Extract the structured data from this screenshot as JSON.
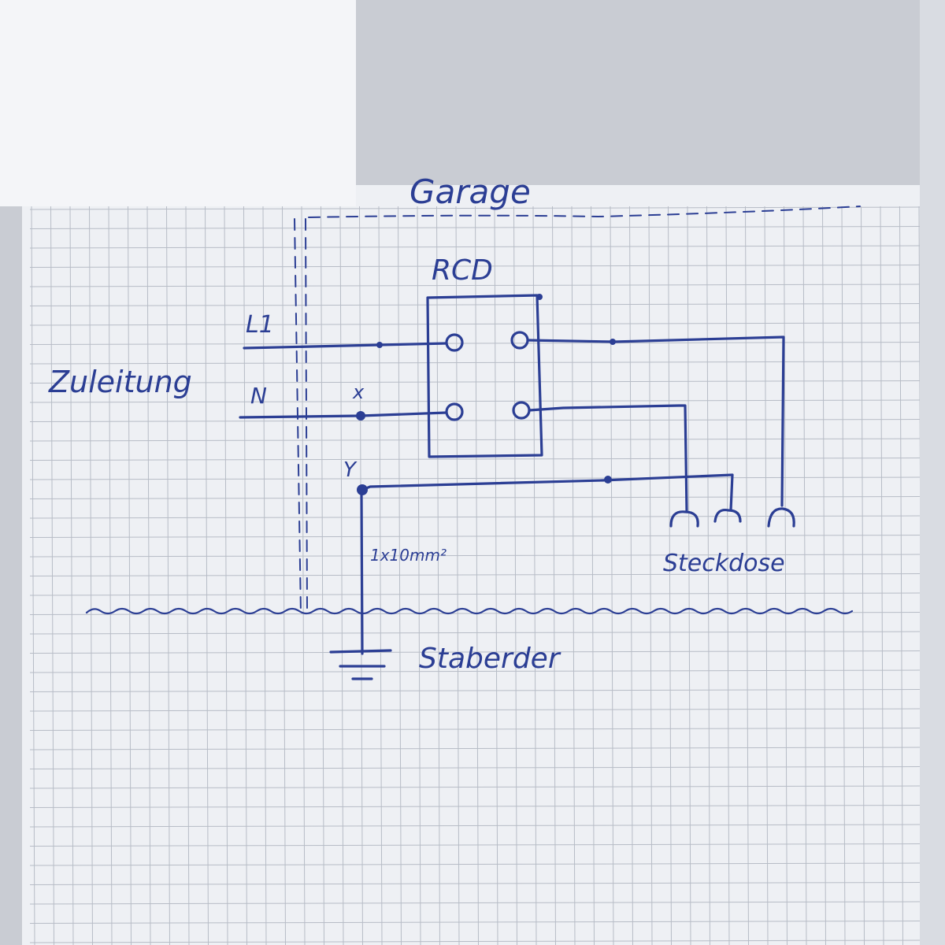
{
  "colors": {
    "ink": "#2b3e94",
    "grid": "#b7bcc6",
    "paper": "#eef0f4",
    "note_paper": "#f4f5f8",
    "background": "#c9ccd3"
  },
  "labels": {
    "area": "Garage",
    "device": "RCD",
    "supply": "Zuleitung",
    "phase": "L1",
    "neutral": "N",
    "point_x": "x",
    "point_y": "Y",
    "cable": "1x10mm²",
    "socket": "Steckdose",
    "earth": "Staberder"
  }
}
